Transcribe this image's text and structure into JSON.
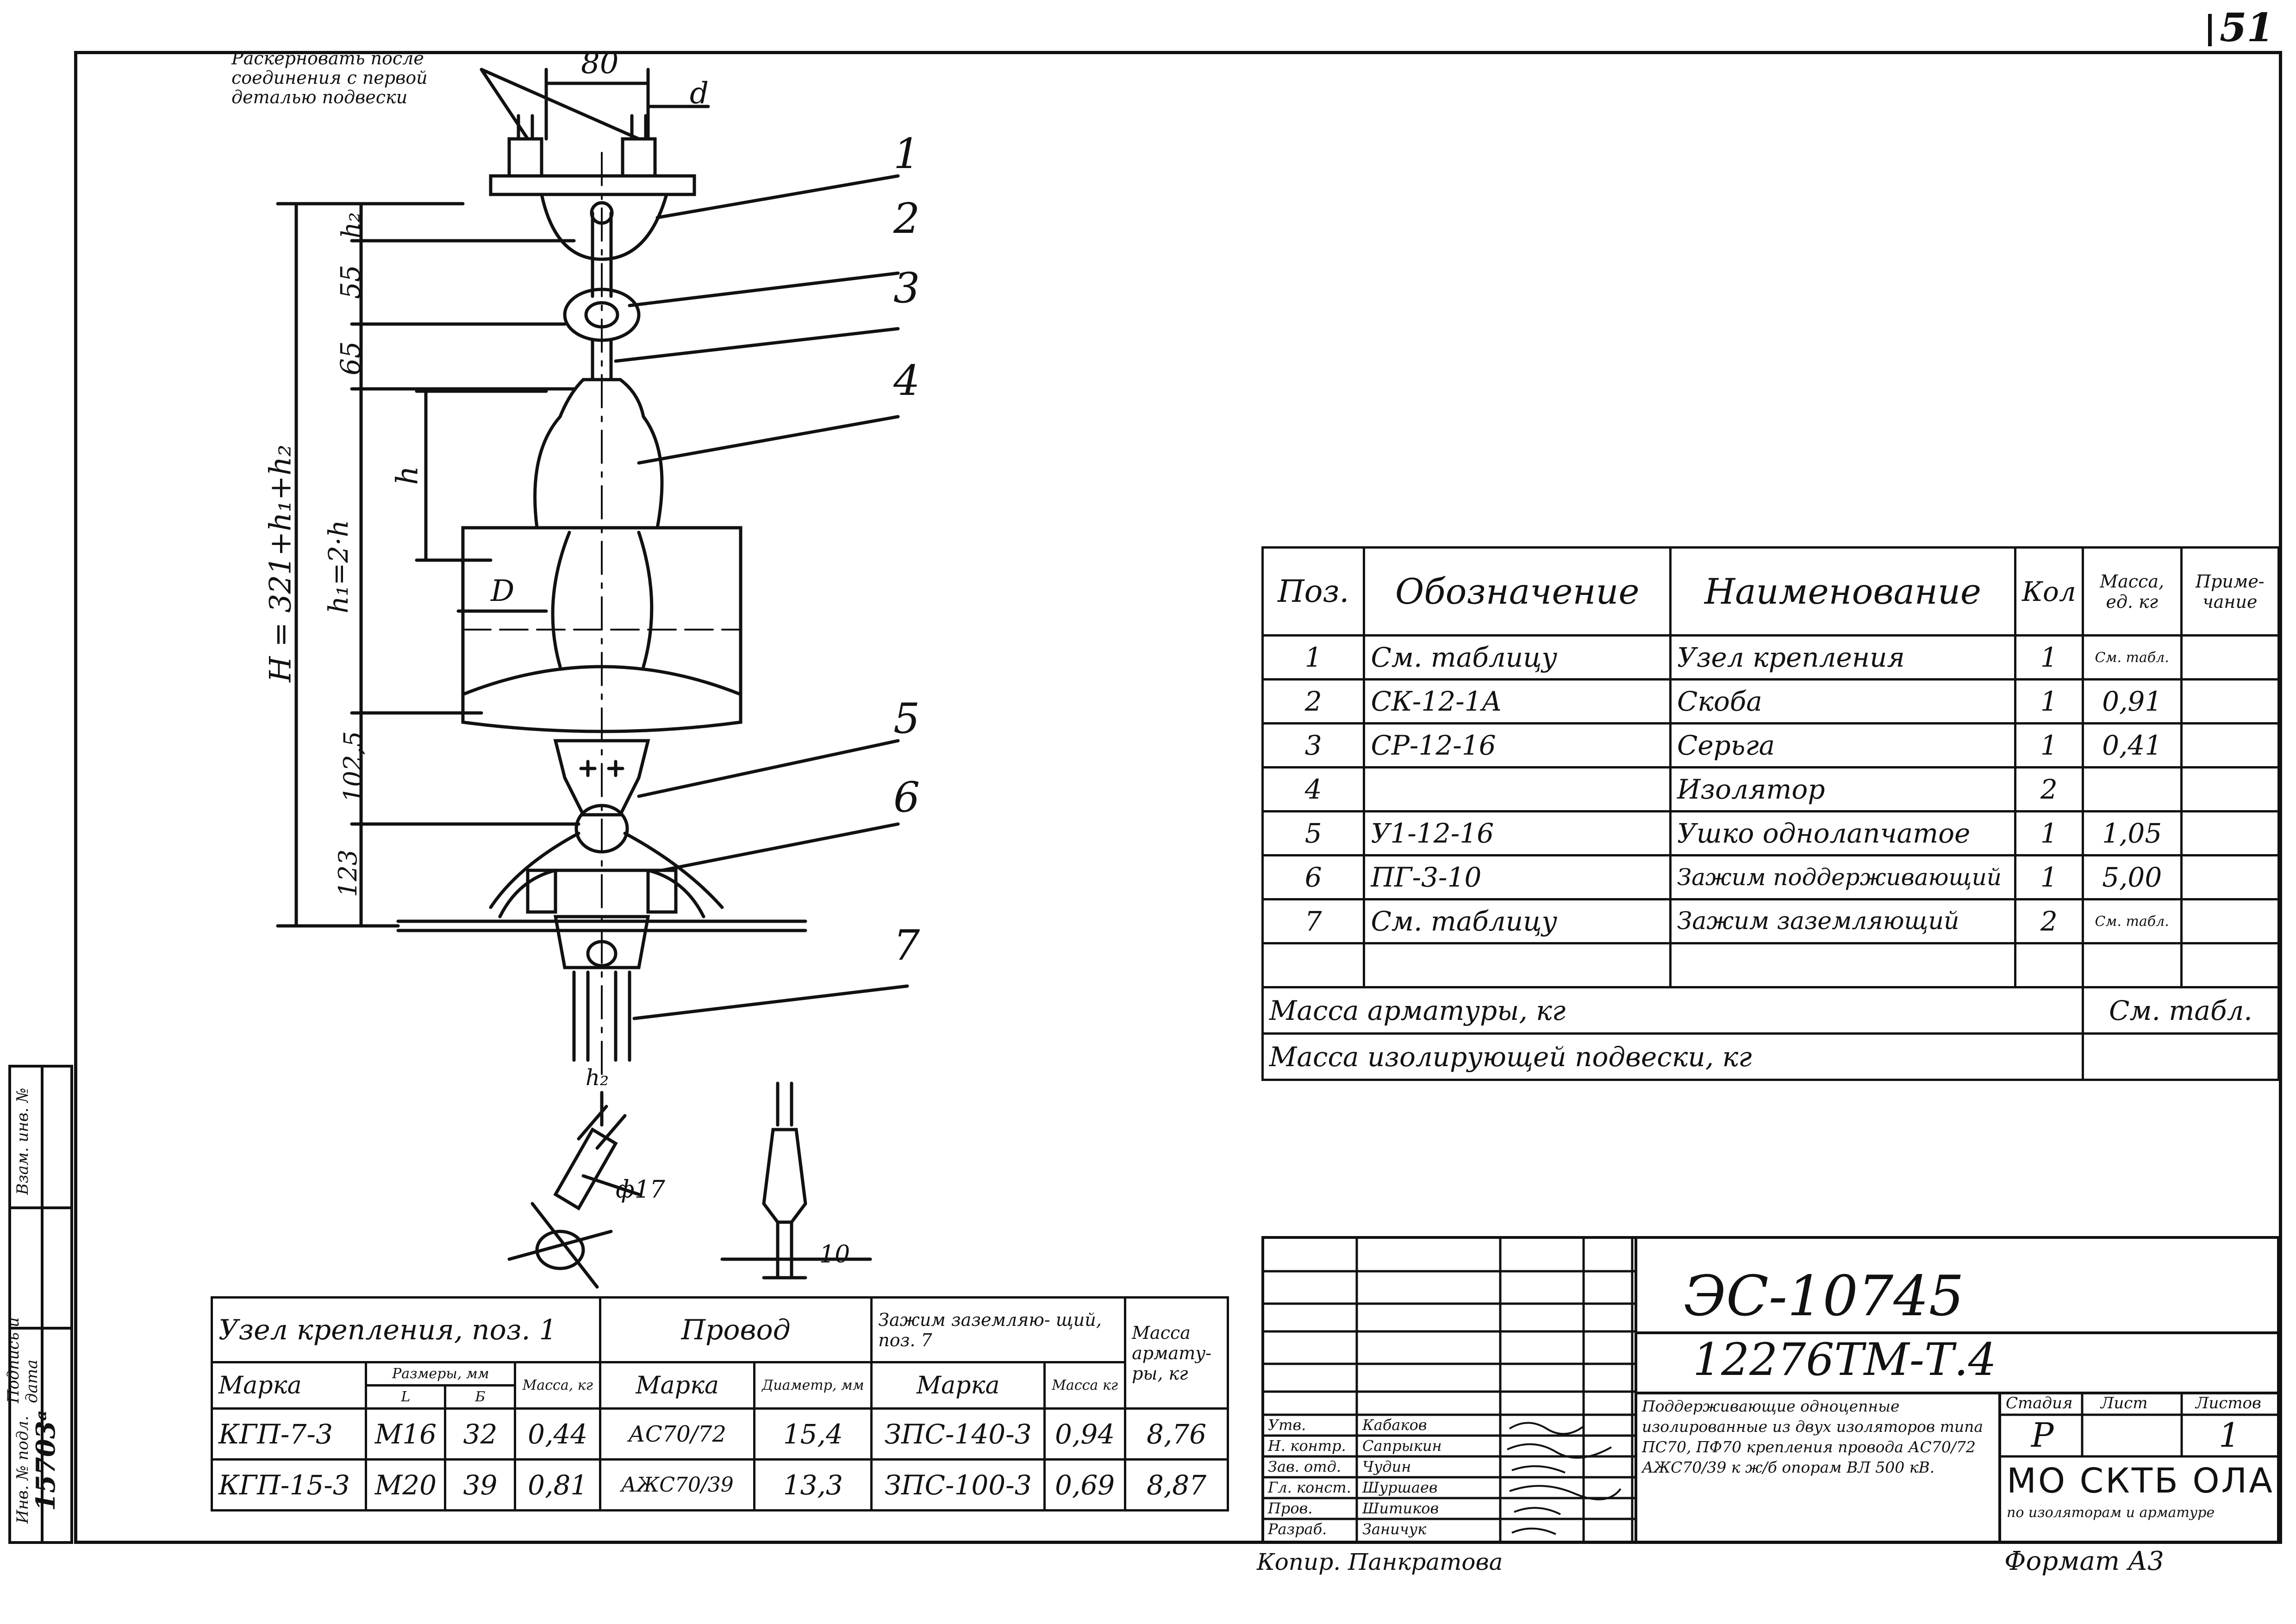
{
  "sheet_number": "51",
  "drawing": {
    "top_note": [
      "Раскерновать после",
      "соединения с первой",
      "деталью подвески"
    ],
    "dim_80": "80",
    "dim_d": "d",
    "dim_h2": "h₂",
    "dim_55": "55",
    "dim_65": "65",
    "dim_h": "h",
    "dim_h1": "h₁=2·h",
    "dim_H": "H = 321+h₁+h₂",
    "dim_D": "D",
    "dim_1025": "102,5",
    "dim_123": "123",
    "dim_h2_bottom": "h₂",
    "dim_phi": "ф17",
    "dim_10": "10",
    "callouts": [
      "1",
      "2",
      "3",
      "4",
      "5",
      "6",
      "7"
    ]
  },
  "spec_table": {
    "headers": [
      "Поз.",
      "Обозначение",
      "Наименование",
      "Кол",
      "Масса, ед. кг",
      "Приме- чание"
    ],
    "rows": [
      [
        "1",
        "См. таблицу",
        "Узел крепления",
        "1",
        "См. табл.",
        ""
      ],
      [
        "2",
        "СК-12-1А",
        "Скоба",
        "1",
        "0,91",
        ""
      ],
      [
        "3",
        "СР-12-16",
        "Серьга",
        "1",
        "0,41",
        ""
      ],
      [
        "4",
        "",
        "Изолятор",
        "2",
        "",
        ""
      ],
      [
        "5",
        "У1-12-16",
        "Ушко однолапчатое",
        "1",
        "1,05",
        ""
      ],
      [
        "6",
        "ПГ-3-10",
        "Зажим поддерживающий",
        "1",
        "5,00",
        ""
      ],
      [
        "7",
        "См. таблицу",
        "Зажим заземляющий",
        "2",
        "См. табл.",
        ""
      ],
      [
        "",
        "",
        "",
        "",
        "",
        ""
      ]
    ],
    "mass_fittings_label": "Масса арматуры, кг",
    "mass_fittings_value": "См. табл.",
    "mass_insulating_label": "Масса изолирующей подвески, кг",
    "mass_insulating_value": ""
  },
  "bottom_table": {
    "group_headers": [
      "Узел крепления, поз. 1",
      "Провод",
      "Зажим заземляю- щий, поз. 7",
      "Масса армату- ры, кг"
    ],
    "sub_headers": [
      "Марка",
      "Размеры, мм",
      "Масса, кг",
      "Марка",
      "Диаметр, мм",
      "Марка",
      "Масса кг"
    ],
    "sub_sub_headers": [
      "L",
      "Б"
    ],
    "rows": [
      [
        "КГП-7-3",
        "М16",
        "32",
        "0,44",
        "АС70/72",
        "15,4",
        "ЗПС-140-3",
        "0,94",
        "8,76"
      ],
      [
        "КГП-15-3",
        "М20",
        "39",
        "0,81",
        "АЖС70/39",
        "13,3",
        "ЗПС-100-3",
        "0,69",
        "8,87"
      ]
    ]
  },
  "title_block": {
    "code": "ЭС-10745",
    "doc_number": "12276ТМ-Т.4",
    "description": "Поддерживающие одноцепные изолированные из двух изоляторов типа ПС70, ПФ70 крепления провода АС70/72 АЖС70/39 к ж/б опорам ВЛ 500 кВ.",
    "roles": [
      "Утв.",
      "Н. контр.",
      "Зав. отд.",
      "Гл. конст.",
      "Пров.",
      "Разраб."
    ],
    "names": [
      "Кабаков",
      "Сапрыкин",
      "Чудин",
      "Шуршаев",
      "Шитиков",
      "Заничук"
    ],
    "stage_header": "Стадия",
    "sheet_header": "Лист",
    "sheets_header": "Листов",
    "stage_value": "Р",
    "sheets_value": "1",
    "org": "МО СКТБ ОЛА",
    "org_sub": "по изоляторам и арматуре"
  },
  "left_strip": [
    "Инв. № подл.",
    "Подпись и дата",
    "Взам. инв. №"
  ],
  "inv_number": "15703ᵃ",
  "copied_by": "Копир. Панкратова",
  "format": "Формат А3"
}
